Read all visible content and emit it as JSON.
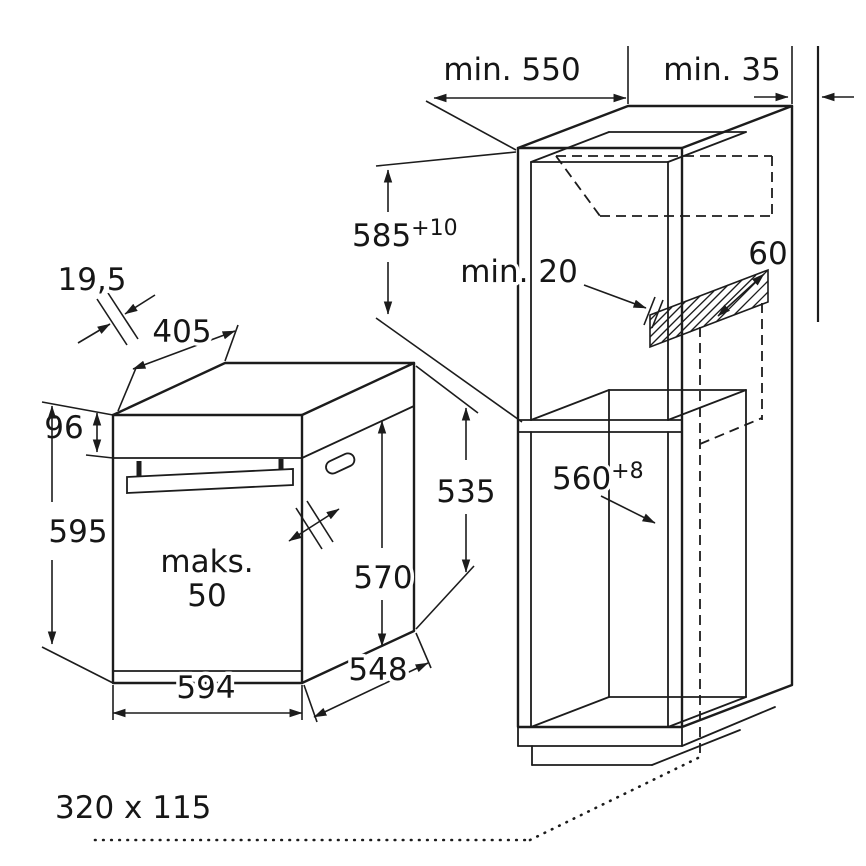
{
  "colors": {
    "line": "#1c1c1c",
    "background": "#ffffff",
    "text": "#161616"
  },
  "labels": {
    "oven": {
      "front_gap": "19,5",
      "top_depth": "405",
      "panel_height": "96",
      "height": "595",
      "handle_line1": "maks.",
      "handle_line2": "50",
      "width": "594",
      "body_depth": "548",
      "body_height": "570",
      "side_height": "535"
    },
    "cabinet": {
      "depth_min": "min. 550",
      "rear_wall_gap": "min. 35",
      "niche_height": "585",
      "niche_height_tol": "+10",
      "panel_gap": "min. 20",
      "vent_depth": "60",
      "niche_width": "560",
      "niche_width_tol": "+8",
      "plinth_cutout": "320 x 115"
    }
  }
}
